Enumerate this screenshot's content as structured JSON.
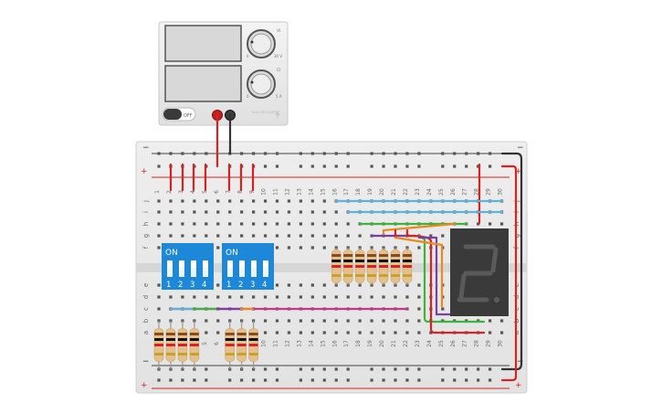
{
  "power_supply": {
    "voltage_knob_label": "VI",
    "current_knob_label": "CI",
    "voltage_min": "0",
    "voltage_max": "30 V",
    "current_min": "0",
    "current_max": "5 A",
    "switch_label": "OFF",
    "brand_text": "ELECTRO SUPPLY"
  },
  "breadboard": {
    "rail_minus": "−",
    "rail_plus": "+",
    "column_numbers": [
      "1",
      "2",
      "3",
      "4",
      "5",
      "6",
      "7",
      "8",
      "9",
      "10",
      "11",
      "12",
      "13",
      "14",
      "15",
      "16",
      "17",
      "18",
      "19",
      "20",
      "21",
      "22",
      "23",
      "24",
      "25",
      "26",
      "27",
      "28",
      "29",
      "30"
    ],
    "top_row_letters": [
      "j",
      "i",
      "h",
      "g",
      "f"
    ],
    "bottom_row_letters": [
      "e",
      "d",
      "c",
      "b",
      "a"
    ]
  },
  "dip_switches": [
    {
      "on_label": "ON",
      "positions": [
        "1",
        "2",
        "3",
        "4"
      ]
    },
    {
      "on_label": "ON",
      "positions": [
        "1",
        "2",
        "3",
        "4"
      ]
    }
  ],
  "seven_segment": {
    "digit": "2."
  },
  "colors": {
    "red_wire": "#d62222",
    "black_wire": "#333333",
    "blue_wire": "#5ab4dc",
    "green_wire": "#3cb43c",
    "orange_wire": "#e88a1e",
    "purple_wire": "#7a3fa0",
    "magenta_wire": "#c8368c",
    "dip_blue": "#1e88d8",
    "display_body": "#3a3a3a"
  }
}
